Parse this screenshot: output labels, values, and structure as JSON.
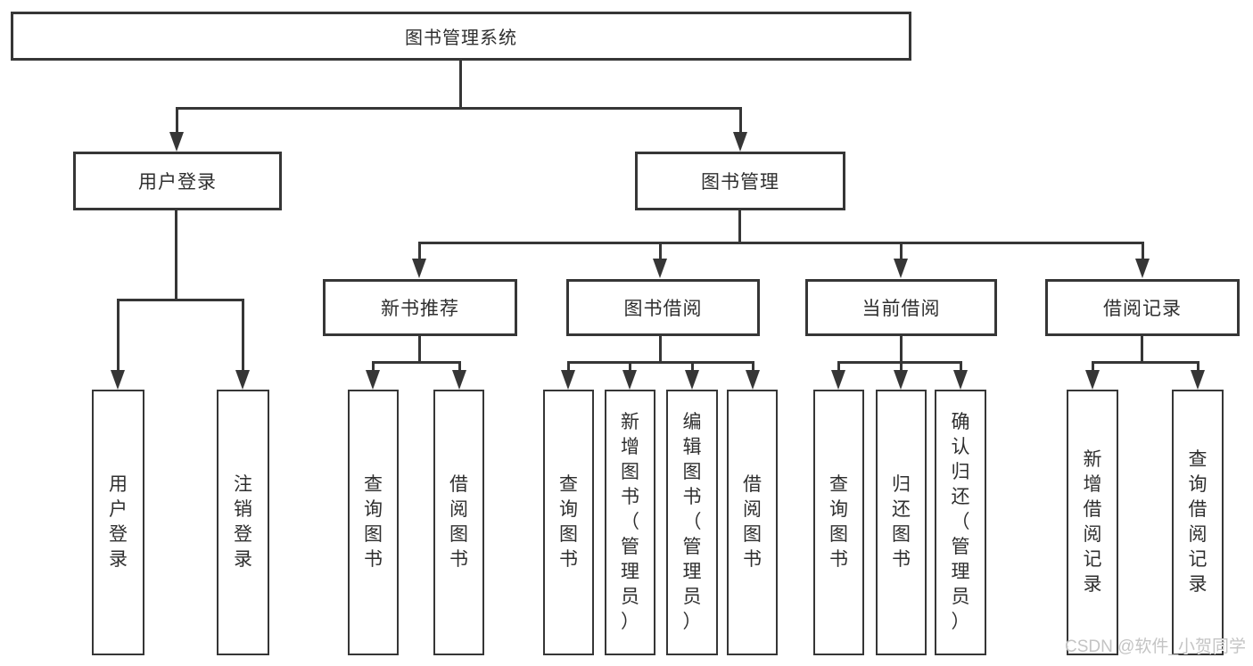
{
  "colors": {
    "line": "#363636",
    "text": "#2f2f2f",
    "background": "#ffffff",
    "watermark_text_color": "#c4c4c4"
  },
  "tree": {
    "root": {
      "label": "图书管理系统"
    },
    "level2": [
      {
        "label": "用户登录",
        "children": [
          {
            "label": "用户登录"
          },
          {
            "label": "注销登录"
          }
        ]
      },
      {
        "label": "图书管理"
      }
    ],
    "level3": [
      {
        "label": "新书推荐",
        "children": [
          {
            "label": "查询图书"
          },
          {
            "label": "借阅图书"
          }
        ]
      },
      {
        "label": "图书借阅",
        "children": [
          {
            "label": "查询图书"
          },
          {
            "label": "新增图书（管理员）"
          },
          {
            "label": "编辑图书（管理员）"
          },
          {
            "label": "借阅图书"
          }
        ]
      },
      {
        "label": "当前借阅",
        "children": [
          {
            "label": "查询图书"
          },
          {
            "label": "归还图书"
          },
          {
            "label": "确认归还（管理员）"
          }
        ]
      },
      {
        "label": "借阅记录",
        "children": [
          {
            "label": "新增借阅记录"
          },
          {
            "label": "查询借阅记录"
          }
        ]
      }
    ]
  },
  "watermark": {
    "text": "CSDN @软件_小贺同学"
  }
}
